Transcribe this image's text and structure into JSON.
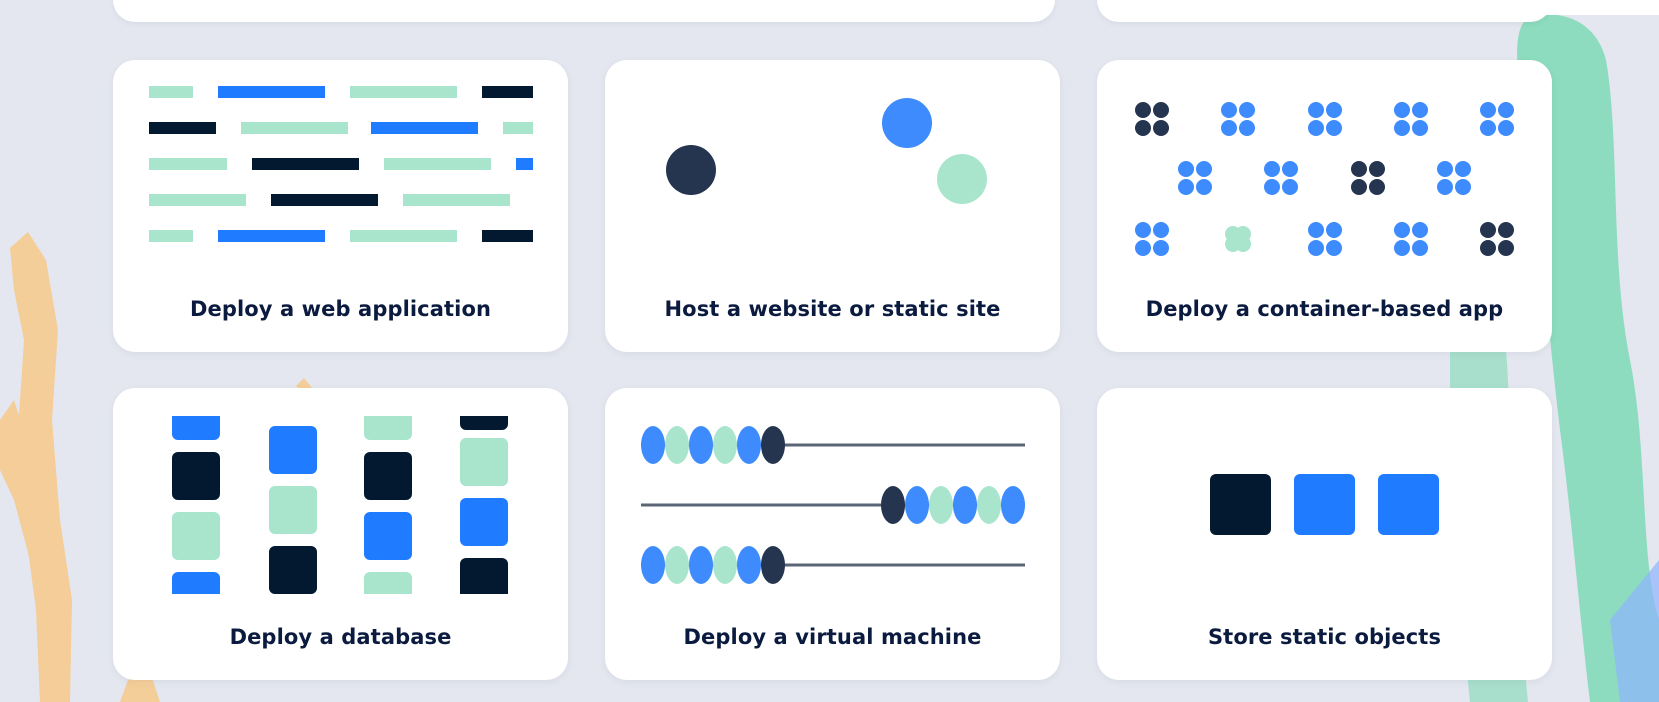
{
  "colors": {
    "background": "#e4e7ef",
    "card": "#ffffff",
    "navy": "#03192f",
    "blue": "#1f7bff",
    "blue_light": "#3d8bfd",
    "mint": "#a9e5cc",
    "dark_slate": "#253550",
    "text": "#0b1a3f"
  },
  "cards": [
    {
      "label": "Deploy a web application",
      "icon": "web-application-illustration"
    },
    {
      "label": "Host a website or static site",
      "icon": "static-site-illustration"
    },
    {
      "label": "Deploy a container-based app",
      "icon": "container-app-illustration"
    },
    {
      "label": "Deploy a database",
      "icon": "database-illustration"
    },
    {
      "label": "Deploy a virtual machine",
      "icon": "virtual-machine-illustration"
    },
    {
      "label": "Store static objects",
      "icon": "static-objects-illustration"
    }
  ]
}
